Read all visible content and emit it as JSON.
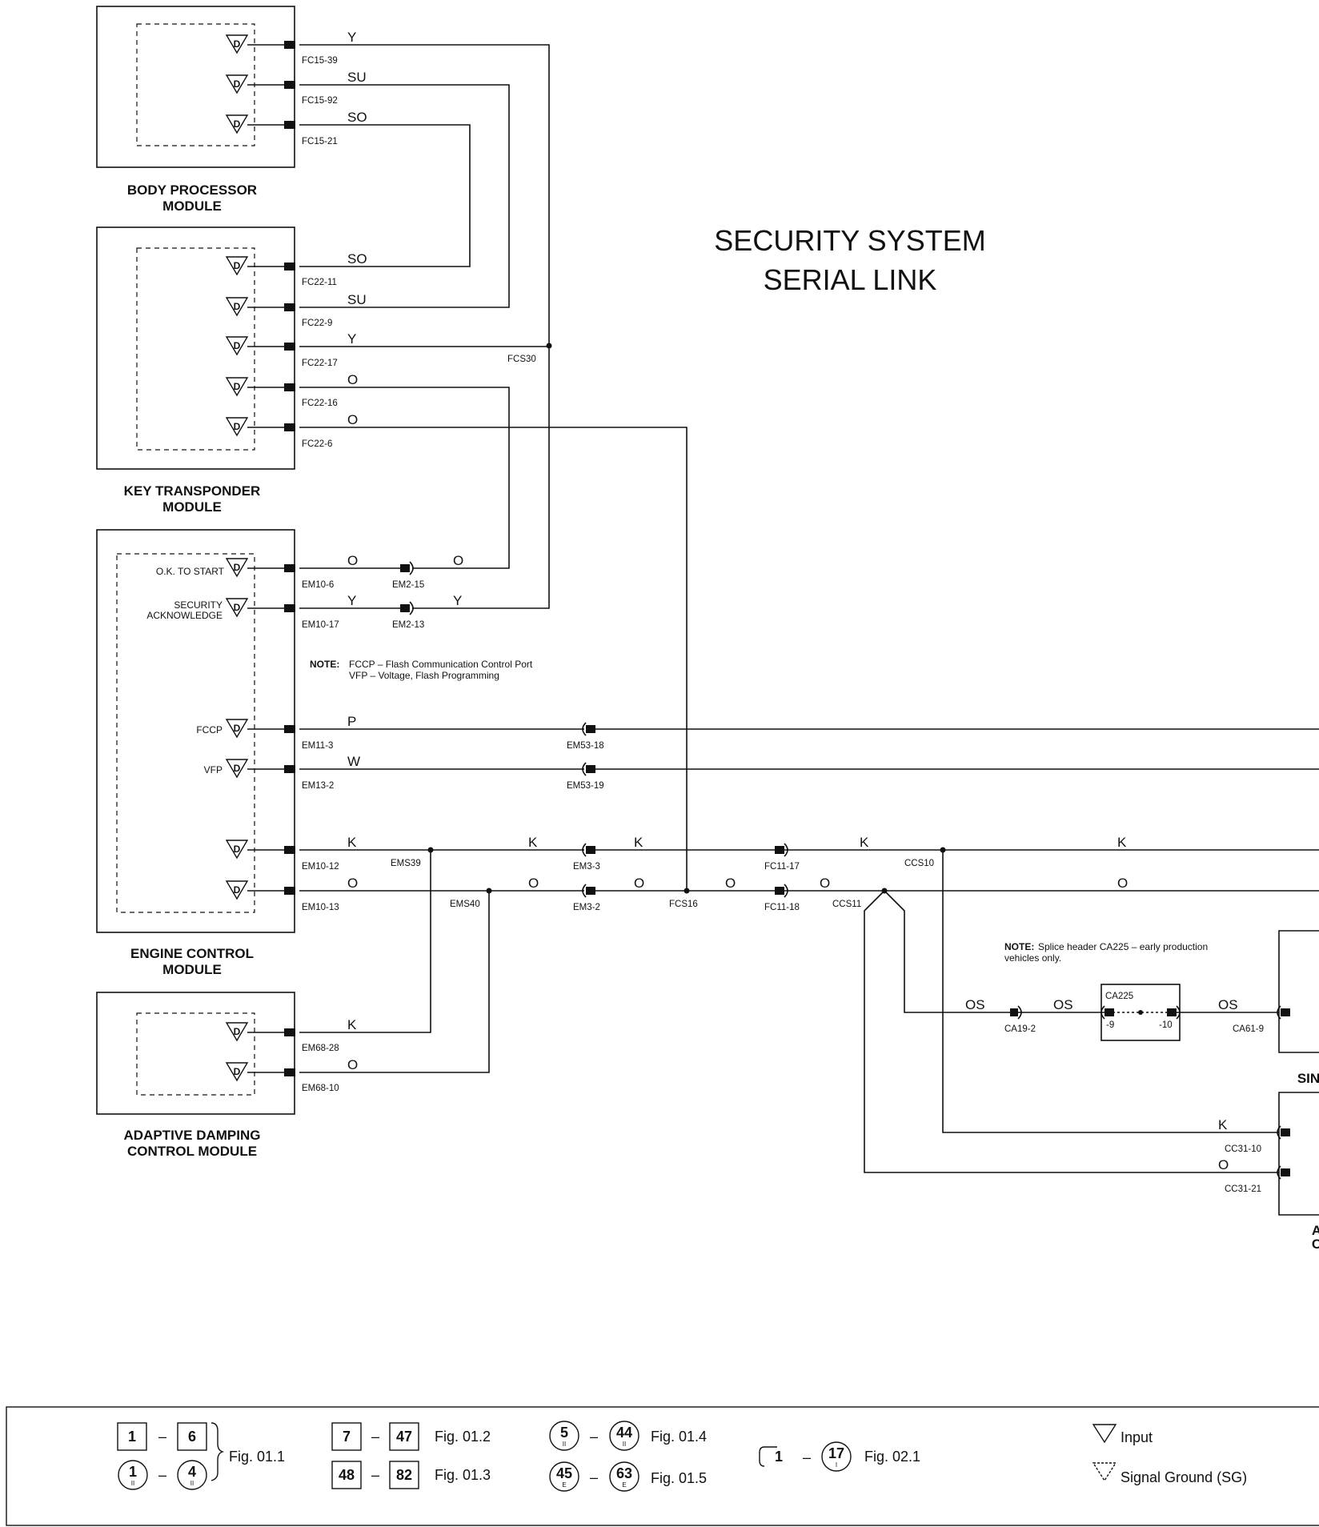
{
  "title": {
    "line1": "SECURITY SYSTEM",
    "line2": "SERIAL LINK"
  },
  "modules": {
    "bpm": {
      "line1": "BODY PROCESSOR",
      "line2": "MODULE"
    },
    "ktm": {
      "line1": "KEY TRANSPONDER",
      "line2": "MODULE"
    },
    "ecm": {
      "line1": "ENGINE CONTROL",
      "line2": "MODULE"
    },
    "adc": {
      "line1": "ADAPTIVE DAMPING",
      "line2": "CONTROL MODULE"
    },
    "right_partial_1": "SIN",
    "right_partial_2a": "A",
    "right_partial_2b": "C"
  },
  "pin_labels": {
    "ok_to_start": "O.K. TO START",
    "security_ack_1": "SECURITY",
    "security_ack_2": "ACKNOWLEDGE",
    "fccp": "FCCP",
    "vfp": "VFP"
  },
  "wire_colors": {
    "y": "Y",
    "su": "SU",
    "so": "SO",
    "o": "O",
    "p": "P",
    "w": "W",
    "k": "K",
    "os": "OS"
  },
  "connectors": {
    "fc15_39": "FC15-39",
    "fc15_92": "FC15-92",
    "fc15_21": "FC15-21",
    "fc22_11": "FC22-11",
    "fc22_9": "FC22-9",
    "fc22_17": "FC22-17",
    "fc22_16": "FC22-16",
    "fc22_6": "FC22-6",
    "em10_6": "EM10-6",
    "em10_17": "EM10-17",
    "em2_15": "EM2-15",
    "em2_13": "EM2-13",
    "em11_3": "EM11-3",
    "em13_2": "EM13-2",
    "em53_18": "EM53-18",
    "em53_19": "EM53-19",
    "em10_12": "EM10-12",
    "em10_13": "EM10-13",
    "em3_3": "EM3-3",
    "em3_2": "EM3-2",
    "fc11_17": "FC11-17",
    "fc11_18": "FC11-18",
    "em68_28": "EM68-28",
    "em68_10": "EM68-10",
    "ca19_2": "CA19-2",
    "ca225": "CA225",
    "ca225_a": "-9",
    "ca225_b": "-10",
    "ca61_9": "CA61-9",
    "cc31_10": "CC31-10",
    "cc31_21": "CC31-21"
  },
  "splices": {
    "fcs30": "FCS30",
    "ems39": "EMS39",
    "ems40": "EMS40",
    "fcs16": "FCS16",
    "ccs10": "CCS10",
    "ccs11": "CCS11"
  },
  "notes": {
    "note1_head": "NOTE:",
    "note1_l1": "FCCP – Flash Communication Control Port",
    "note1_l2": "VFP – Voltage, Flash Programming",
    "note2_head": "NOTE:",
    "note2_l1": "Splice header CA225 – early production",
    "note2_l2": "vehicles only."
  },
  "legend": {
    "g1": {
      "a": "1",
      "b": "6",
      "c": "1",
      "d": "4",
      "fig": "Fig. 01.1"
    },
    "g2": {
      "a": "7",
      "b": "47",
      "fig_a": "Fig. 01.2",
      "c": "48",
      "d": "82",
      "fig_b": "Fig. 01.3"
    },
    "g3": {
      "a": "5",
      "b": "44",
      "fig_a": "Fig. 01.4",
      "c": "45",
      "d": "63",
      "fig_b": "Fig. 01.5"
    },
    "g4": {
      "a": "1",
      "b": "17",
      "fig": "Fig. 02.1"
    },
    "sym_input": "Input",
    "sym_sg": "Signal Ground (SG)",
    "dash": "–",
    "sub_ii": "II",
    "sub_e": "E",
    "sub_i": "I"
  },
  "glyph": {
    "d": "D"
  }
}
